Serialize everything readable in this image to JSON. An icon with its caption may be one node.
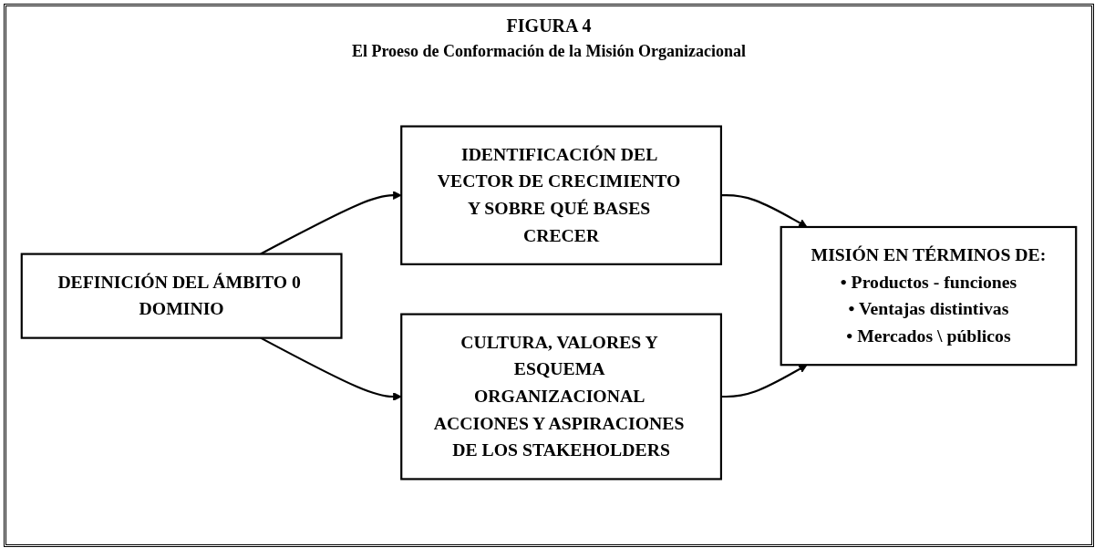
{
  "diagram": {
    "title": "FIGURA 4",
    "nodes": [
      {
        "text": [
          "DEFINICIÓN DEL ÁMBITO 0 DOMINIO"
        ]
      },
      {
        "text": [
          "IDENTIFICACIÓN DEL VECTOR DE CRECIMIENTO Y SOBRE QUÉ BASES CRECER"
        ]
      },
      {
        "text": [
          "MISIÓN EN TÉRMINOS DE:",
          "• Productos - funciones",
          "• Ventajas distintivas",
          "• Mercados \\ públicos"
        ]
      },
      {
        "text": [
          "CULTURA, VALORES Y ESQUEMA ORGANIZACIONAL ACCIONES Y ASPIRACIONES DE LOS STAKEHOLDERS"
        ]
      }
    ],
    "edges": [
      {
        "from": 0,
        "to": 1,
        "arrow": "to"
      },
      {
        "from": 1,
        "to": 2,
        "arrow": "to"
      },
      {
        "from": 0,
        "to": 3,
        "arrow": "to"
      },
      {
        "from": 3,
        "to": 2,
        "arrow": "to"
      }
    ],
    "labels": [
      "El Proeso de Conformación de la Misión Organizacional"
    ]
  }
}
